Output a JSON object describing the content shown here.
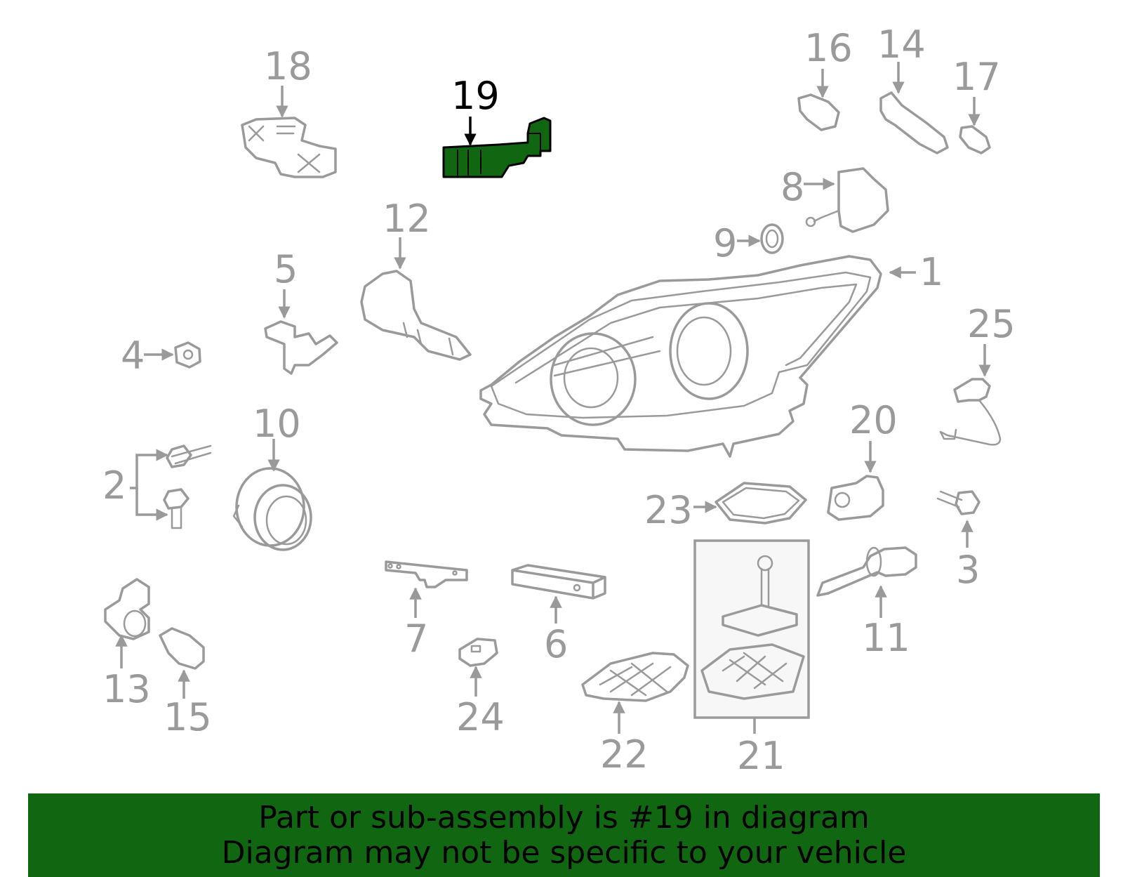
{
  "callouts": {
    "c1": "1",
    "c2": "2",
    "c3": "3",
    "c4": "4",
    "c5": "5",
    "c6": "6",
    "c7": "7",
    "c8": "8",
    "c9": "9",
    "c10": "10",
    "c11": "11",
    "c12": "12",
    "c13": "13",
    "c14": "14",
    "c15": "15",
    "c16": "16",
    "c17": "17",
    "c18": "18",
    "c19": "19",
    "c20": "20",
    "c21": "21",
    "c22": "22",
    "c23": "23",
    "c24": "24",
    "c25": "25"
  },
  "highlight": {
    "part": "19",
    "color": "#116611"
  },
  "colors": {
    "part_stroke": "#9a9a9a",
    "banner_bg": "#116611"
  },
  "banner": {
    "line1": "Part or sub-assembly is #19 in diagram",
    "line2": "Diagram may not be specific to your vehicle"
  }
}
